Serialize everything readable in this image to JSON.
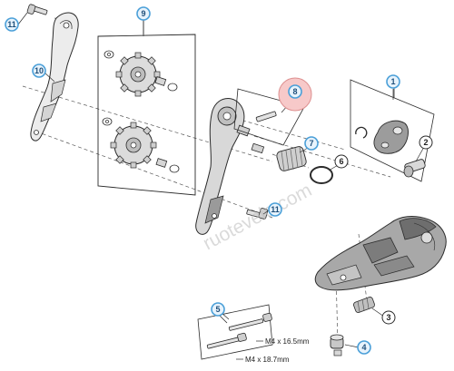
{
  "colors": {
    "line": "#2b2b2b",
    "part_fill": "#e6e6e6",
    "part_dark": "#7a7a7a",
    "callout_ring": "#4a9fd8",
    "callout_fill": "#e8f3fc",
    "highlight_fill": "#f7c9c9",
    "highlight_ring": "#dd8f8f"
  },
  "callouts": {
    "c1": "1",
    "c2": "2",
    "c3": "3",
    "c4": "4",
    "c5": "5",
    "c6": "6",
    "c7": "7",
    "c8": "8",
    "c9": "9",
    "c10": "10",
    "c11a": "11",
    "c11b": "11"
  },
  "specs": {
    "screw_short": "M4 x 16.5mm",
    "screw_long": "M4 x 18.7mm"
  },
  "watermark": "ruotevelo.com"
}
